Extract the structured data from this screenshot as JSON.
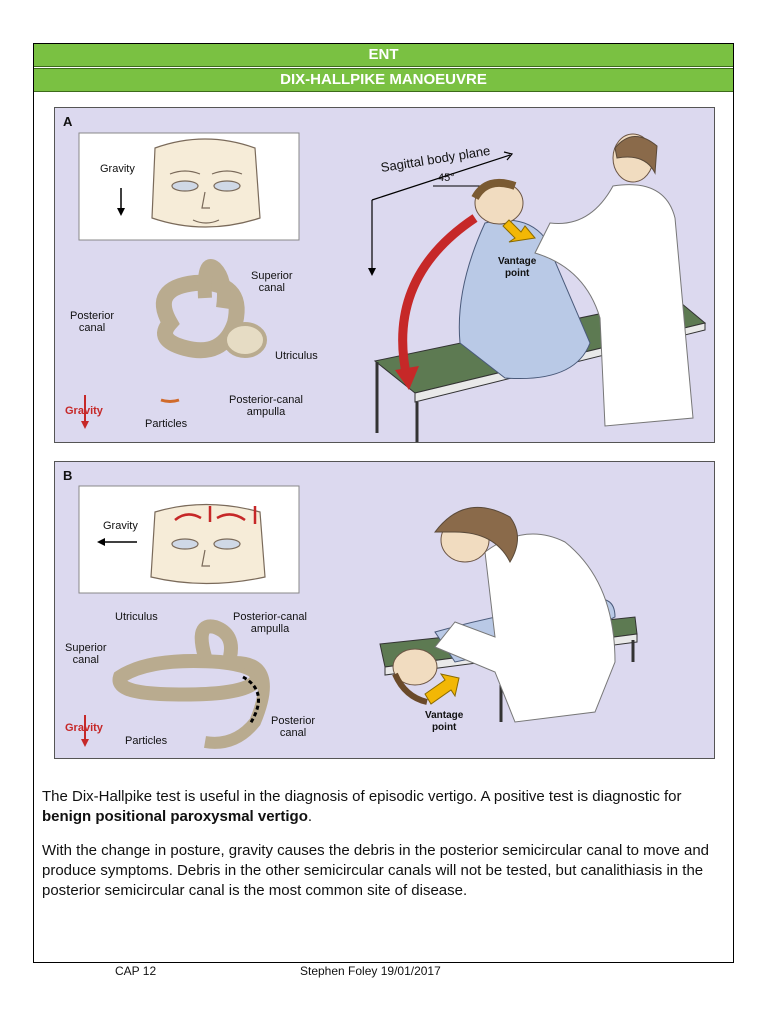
{
  "header": {
    "subject": "ENT",
    "title": "DIX-HALLPIKE MANOEUVRE"
  },
  "figure_a": {
    "letter": "A",
    "gravity": "Gravity",
    "sagittal": "Sagittal body plane",
    "angle": "45°",
    "superior_canal": [
      "Superior",
      "canal"
    ],
    "posterior_canal": [
      "Posterior",
      "canal"
    ],
    "utriculus": "Utriculus",
    "ampulla": [
      "Posterior-canal",
      "ampulla"
    ],
    "gravity_red": "Gravity",
    "particles": "Particles",
    "vantage": [
      "Vantage",
      "point"
    ]
  },
  "figure_b": {
    "letter": "B",
    "gravity": "Gravity",
    "utriculus": "Utriculus",
    "ampulla": [
      "Posterior-canal",
      "ampulla"
    ],
    "superior_canal": [
      "Superior",
      "canal"
    ],
    "gravity_red": "Gravity",
    "particles": "Particles",
    "posterior_canal": [
      "Posterior",
      "canal"
    ],
    "vantage": [
      "Vantage",
      "point"
    ]
  },
  "body": {
    "p1_text": "The Dix-Hallpike test is useful in the diagnosis of episodic vertigo. A positive test is diagnostic for ",
    "p1_bold": "benign positional paroxysmal vertigo",
    "p1_end": ".",
    "p2": "With the change in posture, gravity causes the debris in the posterior semicircular canal to move and produce symptoms. Debris in the other semicircular canals will not be tested, but canalithiasis in the posterior semicircular canal is the most common site of disease."
  },
  "footer": {
    "code": "CAP 12",
    "author_date": "Stephen Foley 19/01/2017"
  },
  "colors": {
    "header_green": "#7ac142",
    "panel_bg": "#dcd9ef",
    "arrow_red": "#c62828",
    "arrow_yellow": "#f2b705"
  }
}
